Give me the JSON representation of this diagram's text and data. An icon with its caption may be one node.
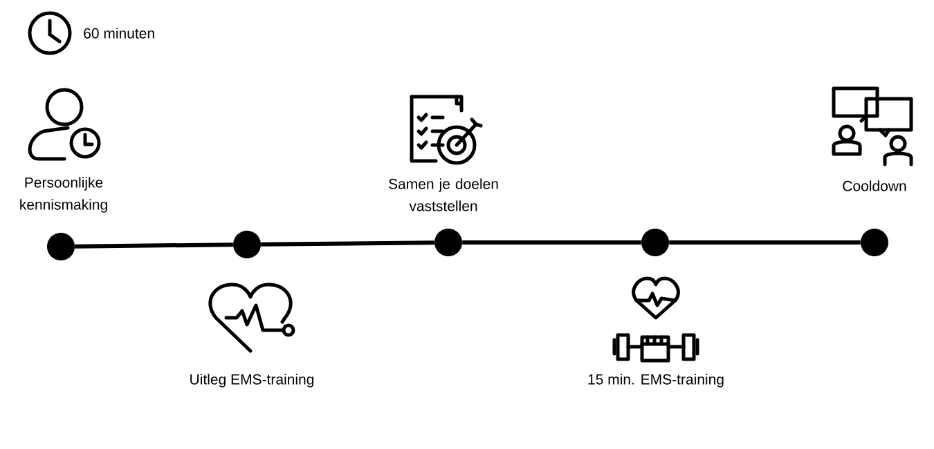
{
  "diagram": {
    "title": "60 minuten",
    "nodes": [
      {
        "text": [],
        "shape": "circle",
        "beside": [
          "Persoonlijke kennismaking"
        ]
      },
      {
        "text": [],
        "shape": "circle"
      },
      {
        "text": [],
        "shape": "circle",
        "beside": [
          "Samen je doelen vaststellen"
        ]
      },
      {
        "text": [],
        "shape": "circle"
      },
      {
        "text": [],
        "shape": "circle",
        "beside": [
          "Cooldown"
        ]
      }
    ],
    "edges": [
      {
        "from": 0,
        "to": 1,
        "arrow": "none"
      },
      {
        "from": 1,
        "to": 2,
        "arrow": "none"
      },
      {
        "from": 2,
        "to": 3,
        "arrow": "none"
      },
      {
        "from": 3,
        "to": 4,
        "arrow": "none"
      }
    ],
    "labels": [
      "Uitleg EMS-training",
      "15 min. EMS-training"
    ]
  }
}
